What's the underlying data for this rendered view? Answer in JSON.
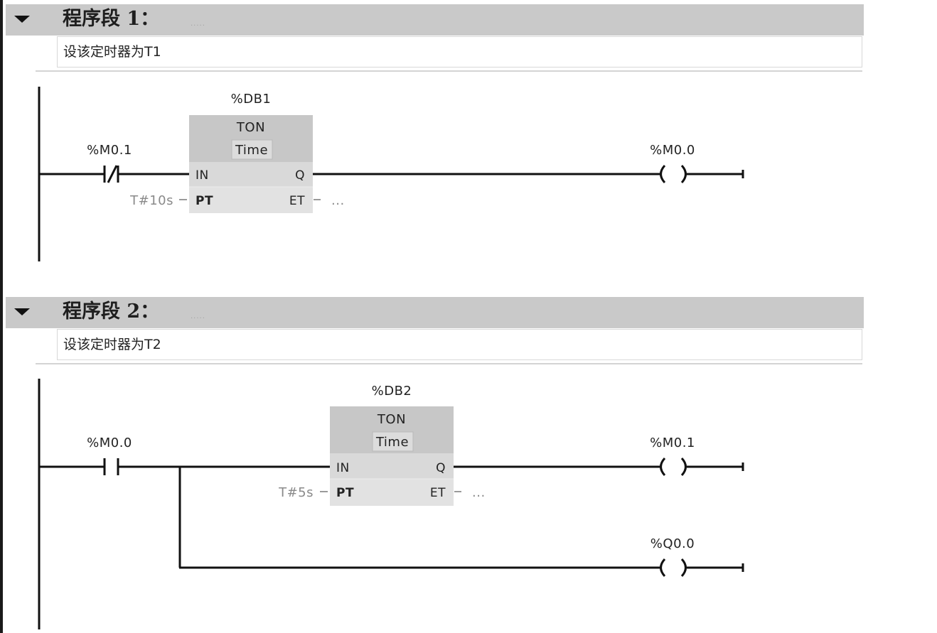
{
  "editor": {
    "networks": [
      {
        "title": "程序段 1：",
        "title_placeholder": ".....",
        "comment": "设该定时器为T1",
        "contact": {
          "operand": "%M0.1",
          "icon": "normally-closed-contact-icon"
        },
        "timer": {
          "instance": "%DB1",
          "type": "TON",
          "data_type": "Time",
          "pins": {
            "in": "IN",
            "q": "Q",
            "pt": "PT",
            "et": "ET"
          },
          "pt_value": "T#10s",
          "et_value": "..."
        },
        "coils": [
          {
            "operand": "%M0.0",
            "icon": "coil-icon"
          }
        ]
      },
      {
        "title": "程序段 2：",
        "title_placeholder": ".....",
        "comment": "设该定时器为T2",
        "contact": {
          "operand": "%M0.0",
          "icon": "normally-open-contact-icon"
        },
        "timer": {
          "instance": "%DB2",
          "type": "TON",
          "data_type": "Time",
          "pins": {
            "in": "IN",
            "q": "Q",
            "pt": "PT",
            "et": "ET"
          },
          "pt_value": "T#5s",
          "et_value": "..."
        },
        "coils": [
          {
            "operand": "%M0.1",
            "icon": "coil-icon"
          },
          {
            "operand": "%Q0.0",
            "icon": "coil-icon"
          }
        ]
      }
    ]
  },
  "icons": {
    "collapse": "triangle-down-icon"
  },
  "colors": {
    "network_header": "#c9c9c9",
    "block_header": "#c7c7c7",
    "block_body": "#d9d9d9",
    "wire": "#111111",
    "parameter_text": "#8a8a8a"
  }
}
